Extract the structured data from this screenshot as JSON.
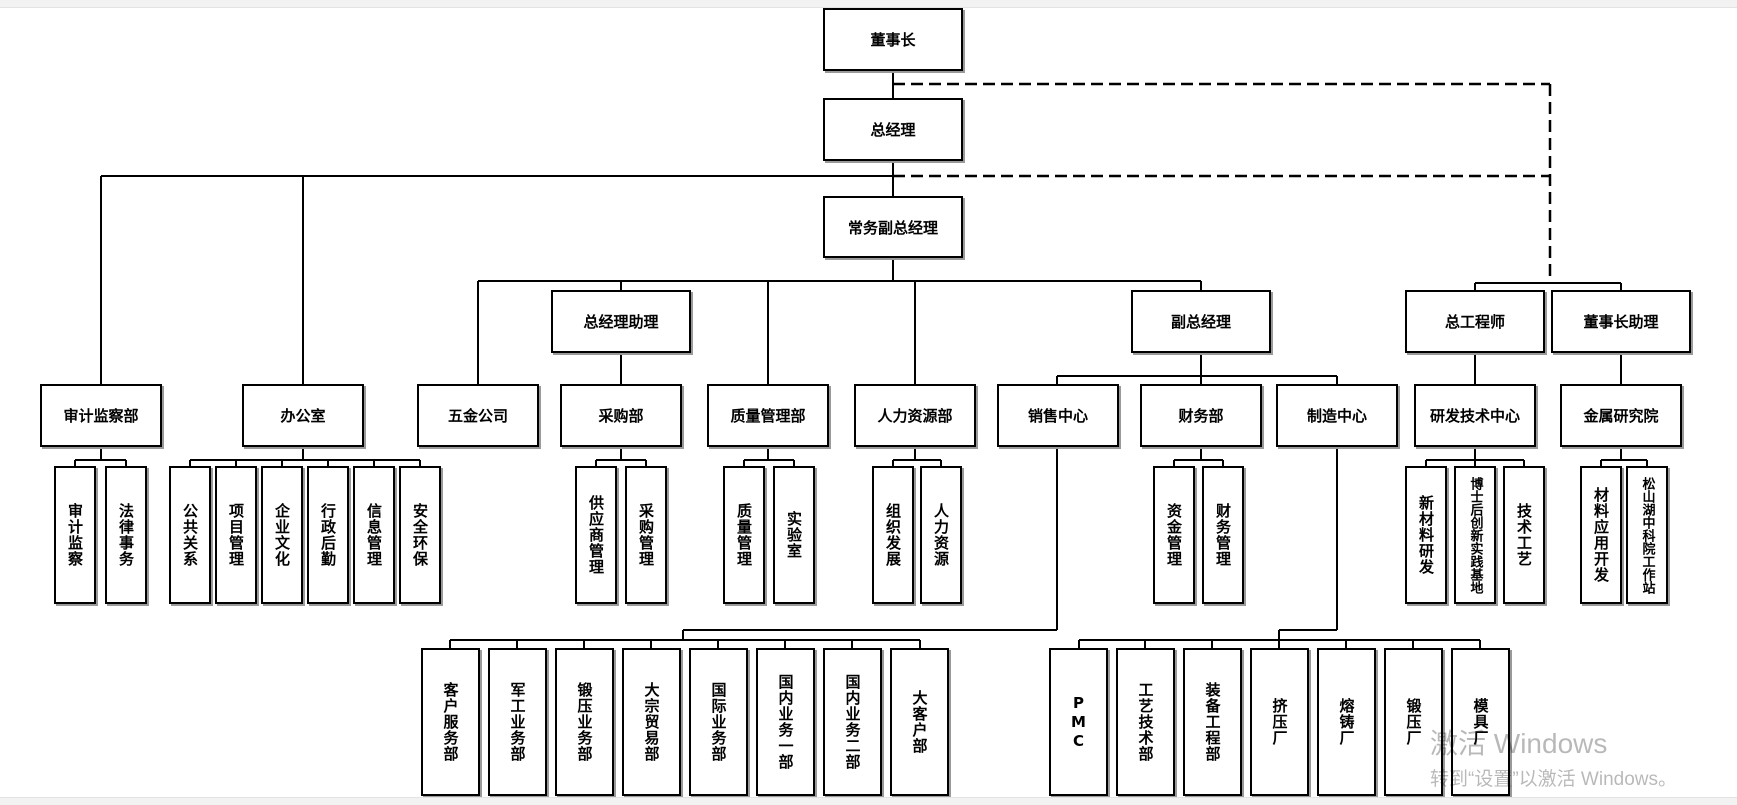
{
  "chart": {
    "top": {
      "chairman": "董事长",
      "general_manager": "总经理",
      "executive_vp": "常务副总经理",
      "gm_assistant": "总经理助理",
      "deputy_gm": "副总经理",
      "chief_engineer": "总工程师",
      "chairman_assistant": "董事长助理"
    },
    "departments": [
      {
        "label": "审计监察部"
      },
      {
        "label": "办公室"
      },
      {
        "label": "五金公司"
      },
      {
        "label": "采购部"
      },
      {
        "label": "质量管理部"
      },
      {
        "label": "人力资源部"
      },
      {
        "label": "销售中心"
      },
      {
        "label": "财务部"
      },
      {
        "label": "制造中心"
      },
      {
        "label": "研发技术中心"
      },
      {
        "label": "金属研究院"
      }
    ],
    "sub_units": [
      "审计监察",
      "法律事务",
      "公共关系",
      "项目管理",
      "企业文化",
      "行政后勤",
      "信息管理",
      "安全环保",
      "供应商管理",
      "采购管理",
      "质量管理",
      "实验室",
      "组织发展",
      "人力资源",
      "资金管理",
      "财务管理",
      "新材料研发",
      "博士后创新实践基地",
      "技术工艺",
      "材料应用开发",
      "松山湖中科院工作站"
    ],
    "sales_units": [
      "客户服务部",
      "军工业务部",
      "锻压业务部",
      "大宗贸易部",
      "国际业务部",
      "国内业务一部",
      "国内业务二部",
      "大客户部"
    ],
    "manufacturing_units": [
      "PMC",
      "工艺技术部",
      "装备工程部",
      "挤压厂",
      "熔铸厂",
      "锻压厂",
      "模具厂"
    ]
  },
  "watermark": {
    "line1": "激活 Windows",
    "line2": "转到“设置”以激活 Windows。"
  }
}
